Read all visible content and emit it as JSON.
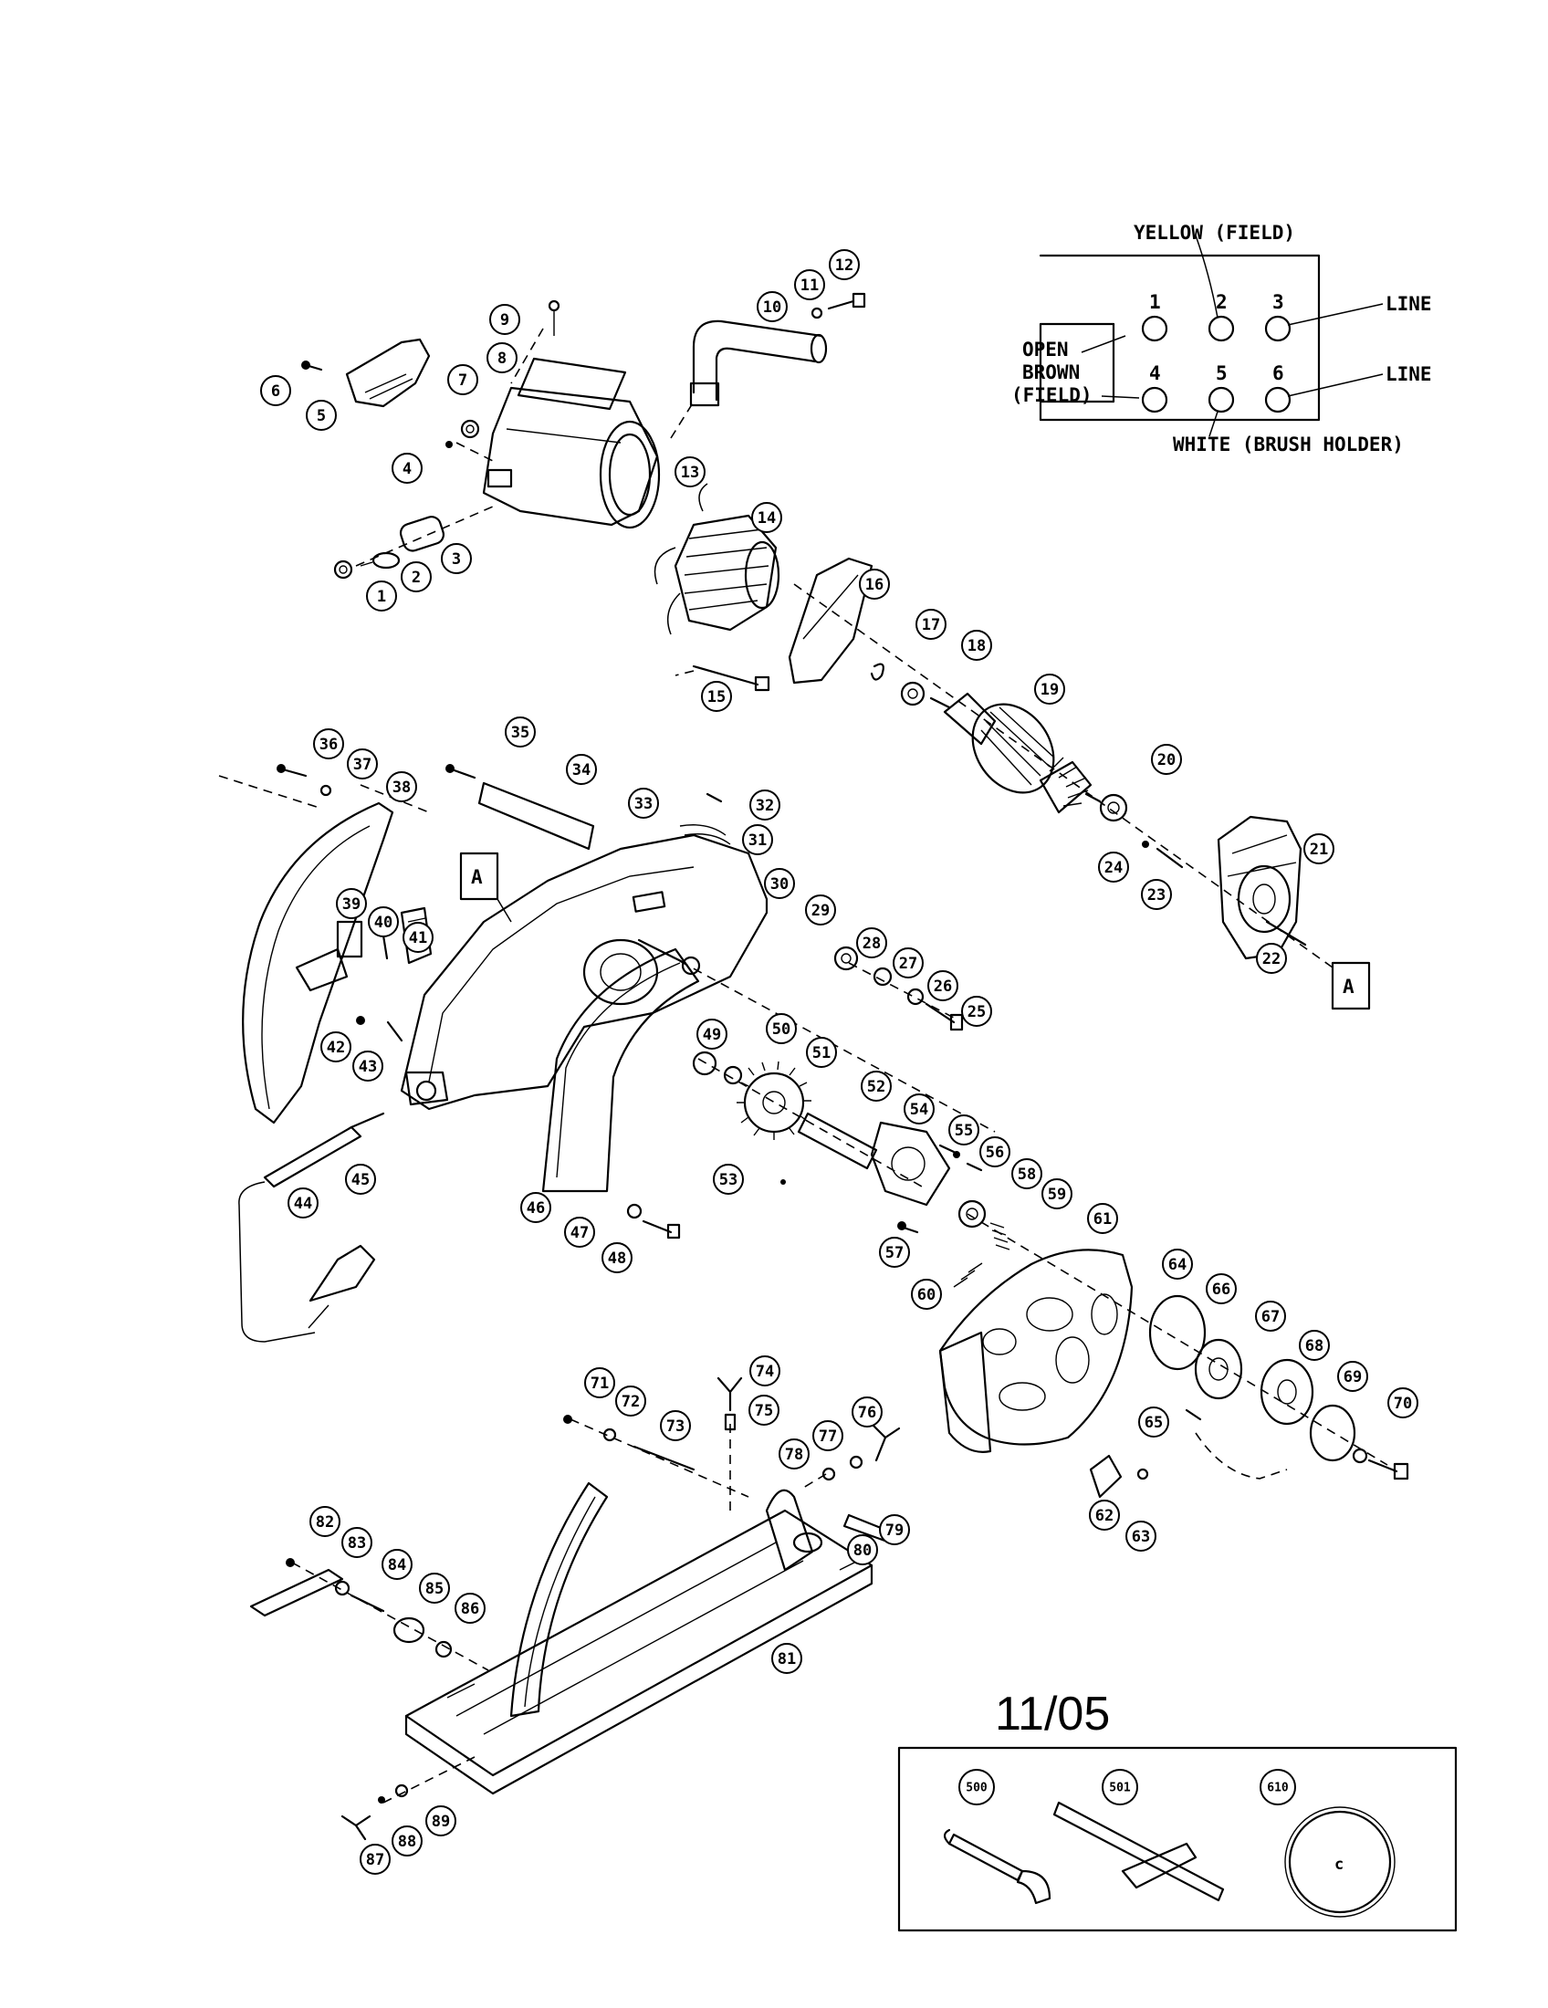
{
  "date_code": "11/05",
  "wiring_diagram": {
    "terminals": [
      {
        "number": "1"
      },
      {
        "number": "2"
      },
      {
        "number": "3"
      },
      {
        "number": "4"
      },
      {
        "number": "5"
      },
      {
        "number": "6"
      }
    ],
    "labels": {
      "yellow": "YELLOW (FIELD)",
      "line_top": "LINE",
      "line_bottom": "LINE",
      "open": "OPEN",
      "brown": "BROWN",
      "field": "(FIELD)",
      "white": "WHITE (BRUSH HOLDER)"
    }
  },
  "section_markers": [
    "A",
    "A"
  ],
  "parts": [
    "1",
    "2",
    "3",
    "4",
    "5",
    "6",
    "7",
    "8",
    "9",
    "10",
    "11",
    "12",
    "13",
    "14",
    "15",
    "16",
    "17",
    "18",
    "19",
    "20",
    "21",
    "22",
    "23",
    "24",
    "25",
    "26",
    "27",
    "28",
    "29",
    "30",
    "31",
    "32",
    "33",
    "34",
    "35",
    "36",
    "37",
    "38",
    "39",
    "40",
    "41",
    "42",
    "43",
    "44",
    "45",
    "46",
    "47",
    "48",
    "49",
    "50",
    "51",
    "52",
    "53",
    "54",
    "55",
    "56",
    "57",
    "58",
    "59",
    "60",
    "61",
    "62",
    "63",
    "64",
    "65",
    "66",
    "67",
    "68",
    "69",
    "70",
    "71",
    "72",
    "73",
    "74",
    "75",
    "76",
    "77",
    "78",
    "79",
    "80",
    "81",
    "82",
    "83",
    "84",
    "85",
    "86",
    "87",
    "88",
    "89"
  ],
  "accessories": [
    "500",
    "501",
    "610"
  ]
}
